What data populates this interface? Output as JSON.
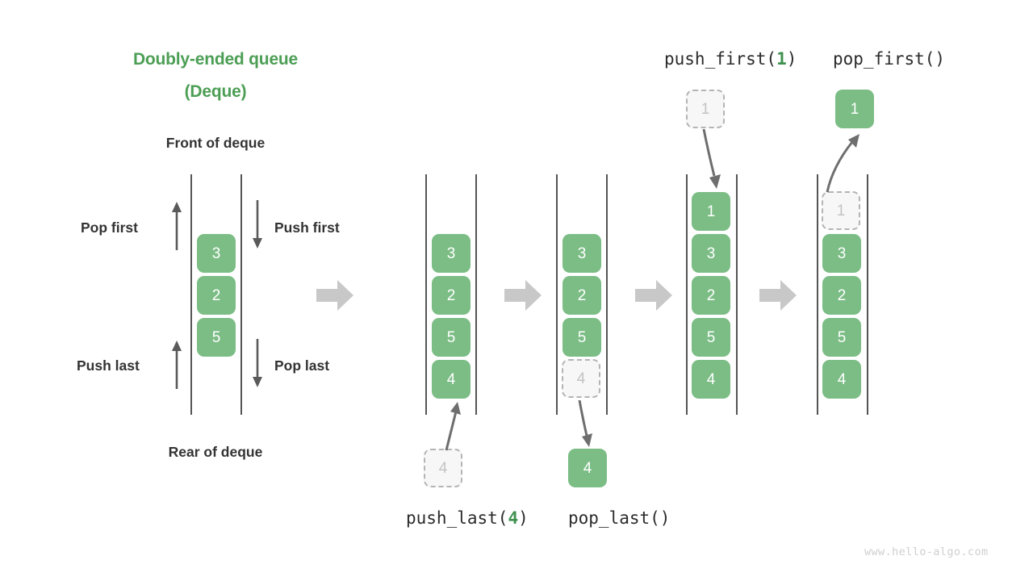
{
  "title": {
    "line1": "Doubly-ended queue",
    "line2": "(Deque)"
  },
  "annotations": {
    "front": "Front of deque",
    "rear": "Rear of deque",
    "pop_first": "Pop first",
    "push_first": "Push first",
    "push_last": "Push last",
    "pop_last": "Pop last"
  },
  "operations": {
    "push_last": {
      "name": "push_last(",
      "arg": "4",
      "close": ")"
    },
    "pop_last": {
      "name": "pop_last()",
      "arg": "",
      "close": ""
    },
    "push_first": {
      "name": "push_first(",
      "arg": "1",
      "close": ")"
    },
    "pop_first": {
      "name": "pop_first()",
      "arg": "",
      "close": ""
    }
  },
  "colors": {
    "title_green": "#4c9e55",
    "box_green": "#7bbd85",
    "ghost_fill": "#f7f7f7",
    "ghost_border": "#b4b4b4",
    "ghost_text": "#c3c3c3",
    "rail": "#555555",
    "step_arrow": "#c8c8c8",
    "motion_arrow": "#6e6e6e",
    "label_text": "#333333",
    "watermark": "#cfcfcf"
  },
  "columns": [
    {
      "id": "initial",
      "label": "",
      "items": [
        {
          "value": "3",
          "state": "solid"
        },
        {
          "value": "2",
          "state": "solid"
        },
        {
          "value": "5",
          "state": "solid"
        }
      ],
      "external": []
    },
    {
      "id": "push-last",
      "label": "push_last(4)",
      "items": [
        {
          "value": "3",
          "state": "solid"
        },
        {
          "value": "2",
          "state": "solid"
        },
        {
          "value": "5",
          "state": "solid"
        },
        {
          "value": "4",
          "state": "solid"
        }
      ],
      "external": [
        {
          "value": "4",
          "state": "ghost",
          "position": "below"
        }
      ]
    },
    {
      "id": "pop-last",
      "label": "pop_last()",
      "items": [
        {
          "value": "3",
          "state": "solid"
        },
        {
          "value": "2",
          "state": "solid"
        },
        {
          "value": "5",
          "state": "solid"
        },
        {
          "value": "4",
          "state": "ghost"
        }
      ],
      "external": [
        {
          "value": "4",
          "state": "solid",
          "position": "below"
        }
      ]
    },
    {
      "id": "push-first",
      "label": "push_first(1)",
      "items": [
        {
          "value": "1",
          "state": "solid"
        },
        {
          "value": "3",
          "state": "solid"
        },
        {
          "value": "2",
          "state": "solid"
        },
        {
          "value": "5",
          "state": "solid"
        },
        {
          "value": "4",
          "state": "solid"
        }
      ],
      "external": [
        {
          "value": "1",
          "state": "ghost",
          "position": "above"
        }
      ]
    },
    {
      "id": "pop-first",
      "label": "pop_first()",
      "items": [
        {
          "value": "1",
          "state": "ghost"
        },
        {
          "value": "3",
          "state": "solid"
        },
        {
          "value": "2",
          "state": "solid"
        },
        {
          "value": "5",
          "state": "solid"
        },
        {
          "value": "4",
          "state": "solid"
        }
      ],
      "external": [
        {
          "value": "1",
          "state": "solid",
          "position": "above"
        }
      ]
    }
  ],
  "watermark": "www.hello-algo.com"
}
